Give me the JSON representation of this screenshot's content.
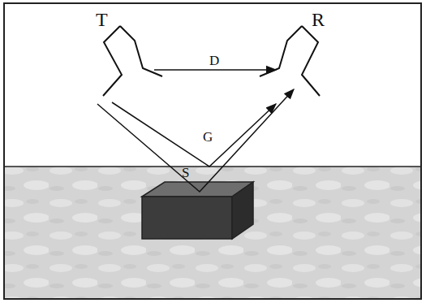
{
  "diagram": {
    "labels": [
      "T",
      "R",
      "D",
      "G",
      "S"
    ]
  }
}
